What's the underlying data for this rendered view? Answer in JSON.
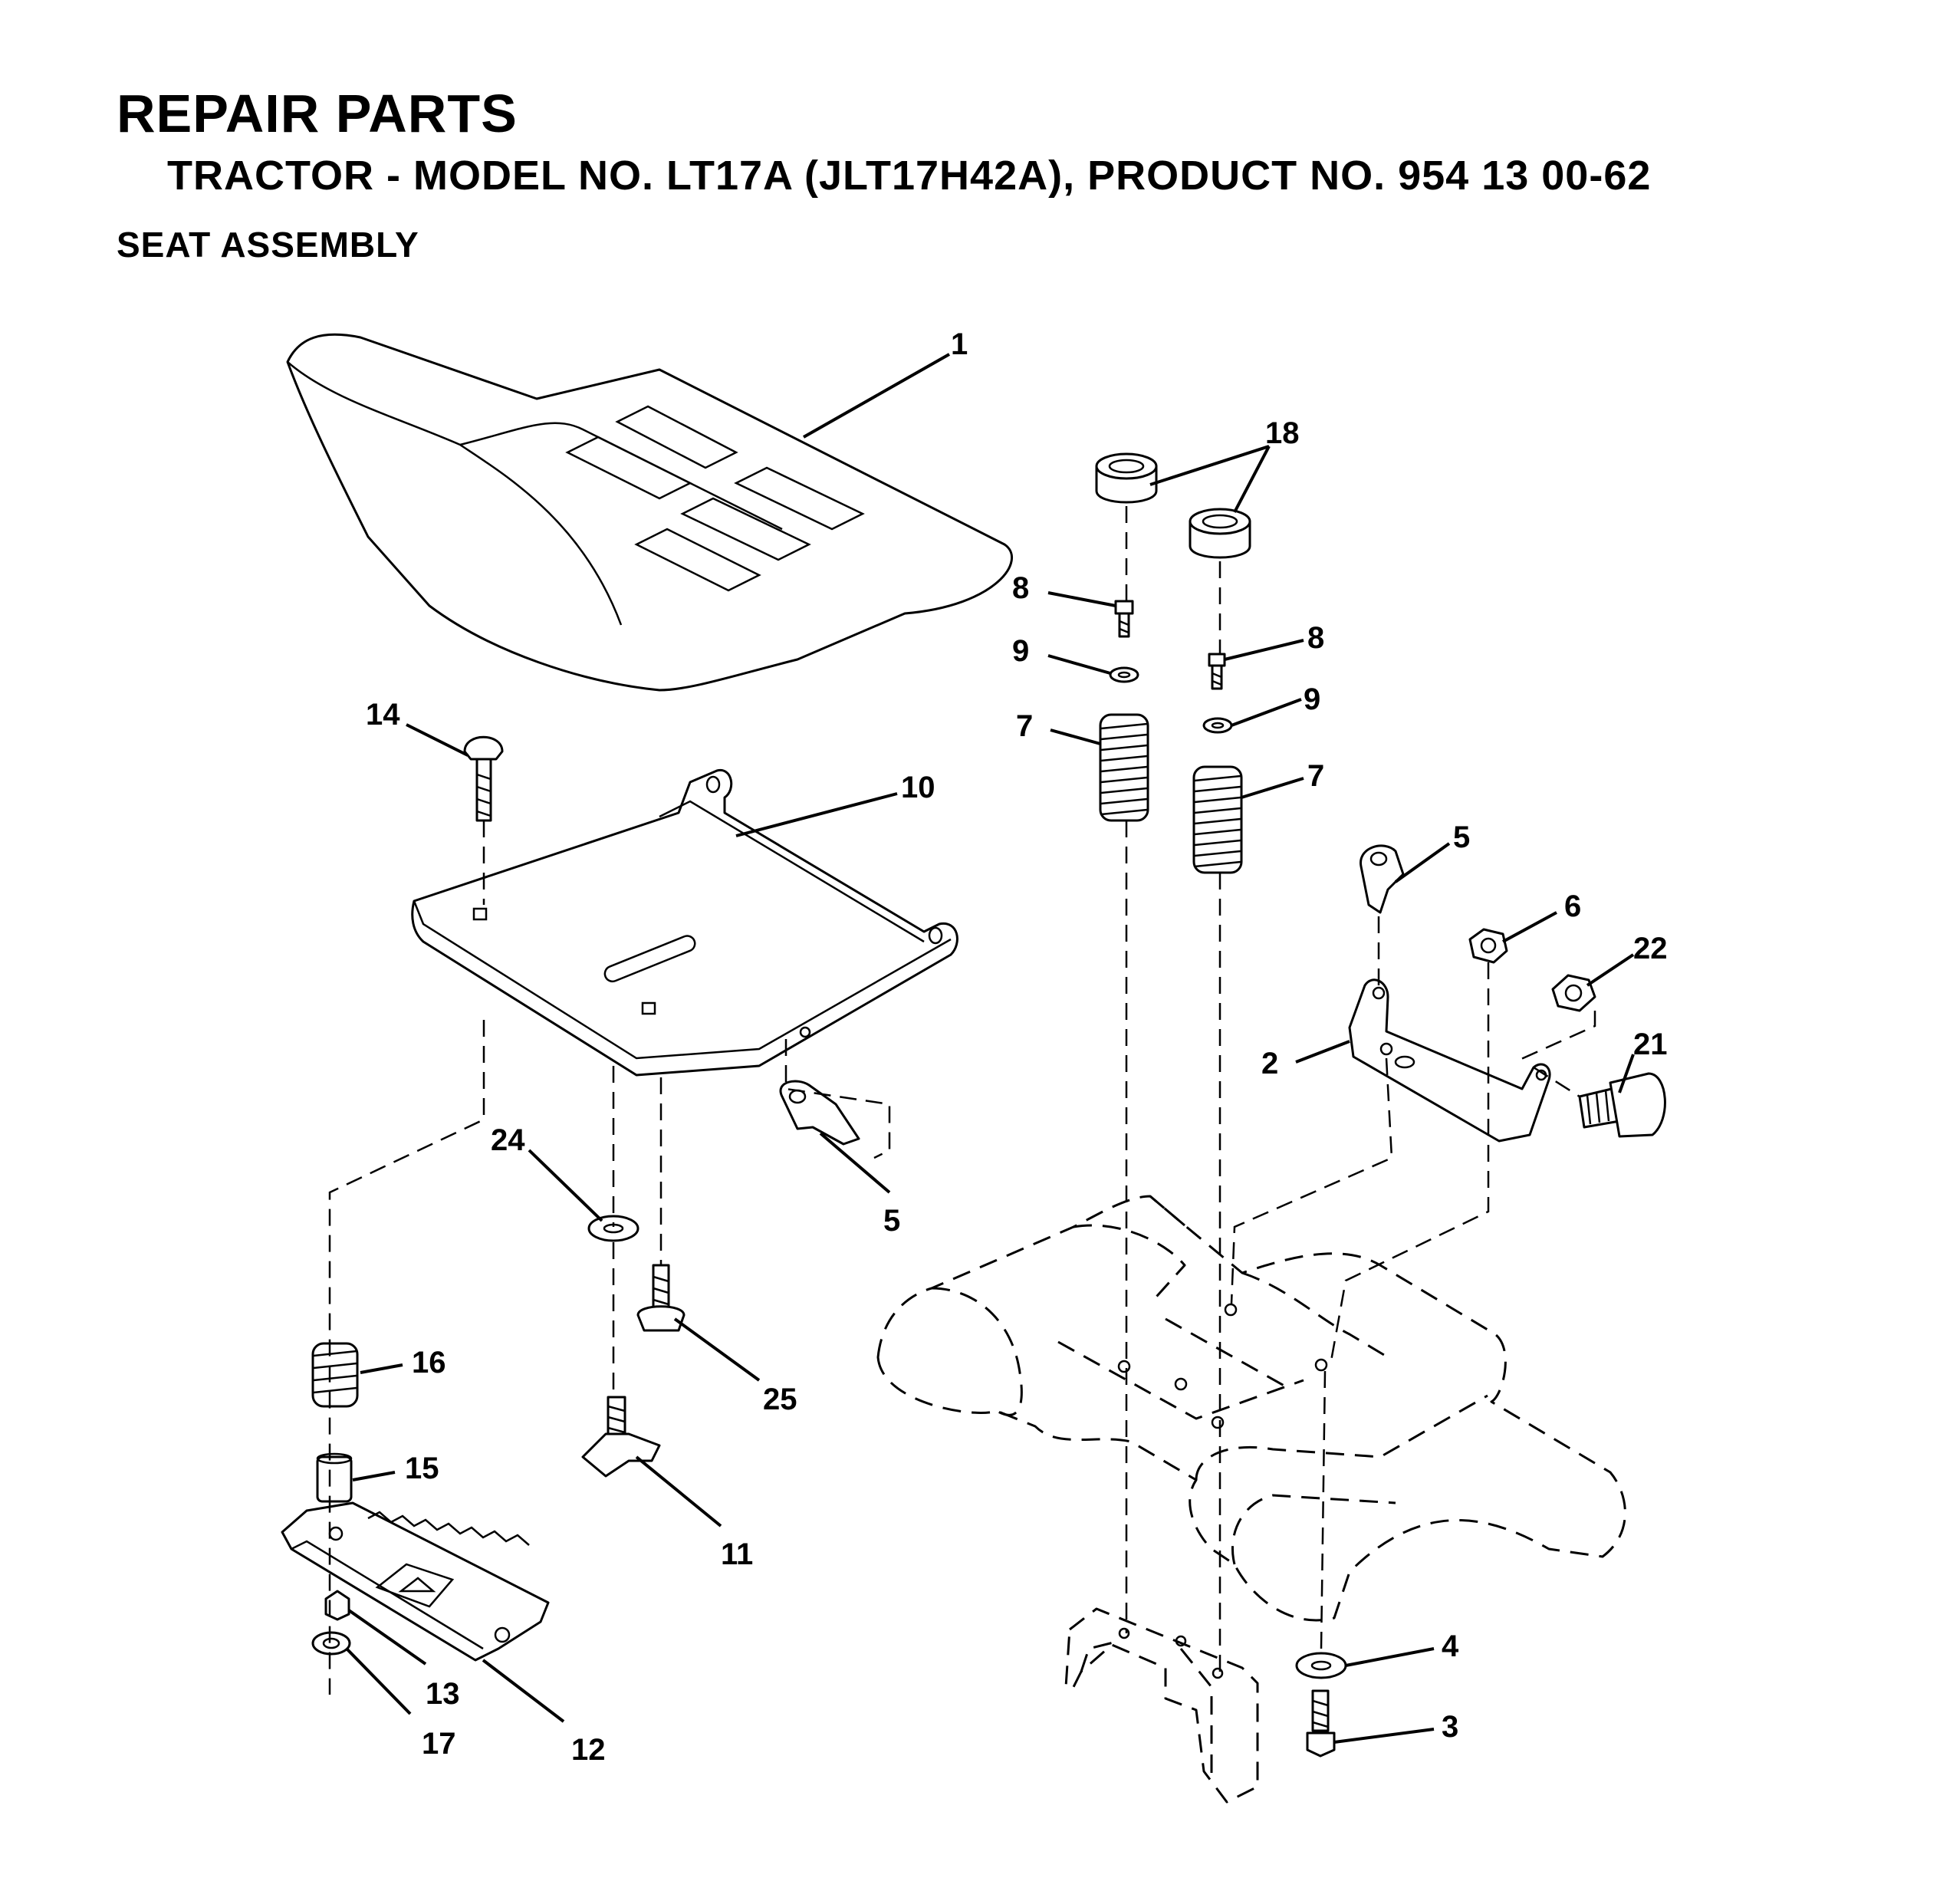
{
  "header": {
    "title": "REPAIR PARTS",
    "subtitle": "TRACTOR - MODEL NO. LT17A (JLT17H42A),   PRODUCT NO. 954 13 00-62",
    "section": "SEAT  ASSEMBLY"
  },
  "callouts": {
    "c1": "1",
    "c18": "18",
    "c8a": "8",
    "c8b": "8",
    "c9a": "9",
    "c9b": "9",
    "c7a": "7",
    "c7b": "7",
    "c14": "14",
    "c10": "10",
    "c5a": "5",
    "c5b": "5",
    "c6": "6",
    "c22": "22",
    "c21": "21",
    "c2": "2",
    "c24": "24",
    "c16": "16",
    "c15": "15",
    "c25": "25",
    "c11": "11",
    "c13": "13",
    "c17": "17",
    "c12": "12",
    "c4": "4",
    "c3": "3"
  }
}
